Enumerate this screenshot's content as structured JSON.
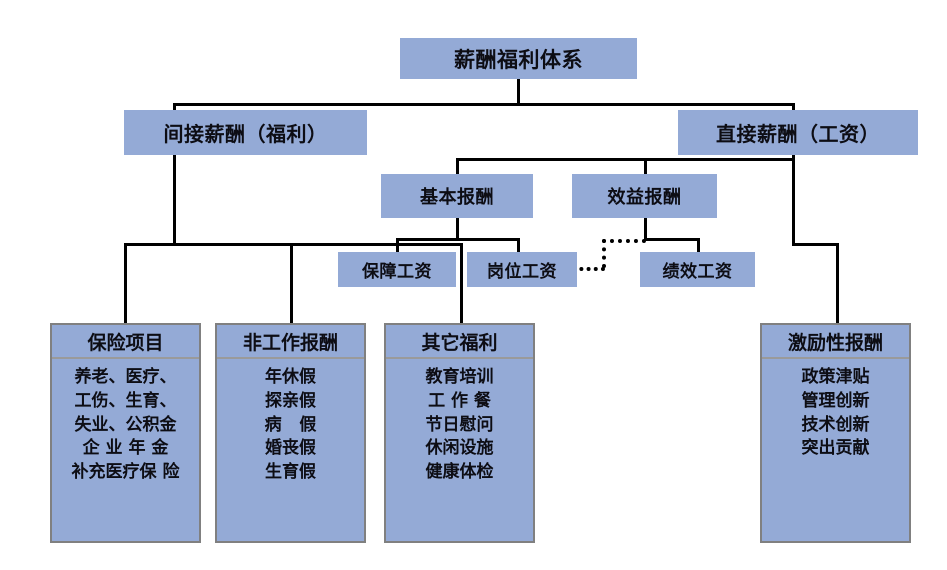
{
  "diagram": {
    "title": "薪酬福利体系",
    "colors": {
      "node_fill": "#94aad6",
      "panel_border": "#808080",
      "connector": "#000000",
      "text": "#0d0d14"
    },
    "root": {
      "label": "薪酬福利体系"
    },
    "level2": {
      "indirect": {
        "label": "间接薪酬（福利）"
      },
      "direct": {
        "label": "直接薪酬（工资）"
      }
    },
    "level3": {
      "basic": {
        "label": "基本报酬"
      },
      "performance": {
        "label": "效益报酬"
      }
    },
    "level4": {
      "guarantee_wage": {
        "label": "保障工资"
      },
      "post_wage": {
        "label": "岗位工资"
      },
      "merit_wage": {
        "label": "绩效工资"
      }
    },
    "panels": [
      {
        "header": "保险项目",
        "items": [
          "养老、医疗、",
          "工伤、生育、",
          "失业、公积金",
          "企 业 年 金",
          "补充医疗保 险"
        ]
      },
      {
        "header": "非工作报酬",
        "items": [
          "年休假",
          "探亲假",
          "病   假",
          "婚丧假",
          "生育假"
        ]
      },
      {
        "header": "其它福利",
        "items": [
          "教育培训",
          "工 作 餐",
          "节日慰问",
          "休闲设施",
          "健康体检"
        ]
      },
      {
        "header": "激励性报酬",
        "items": [
          "政策津贴",
          "管理创新",
          "技术创新",
          "突出贡献"
        ]
      }
    ]
  }
}
